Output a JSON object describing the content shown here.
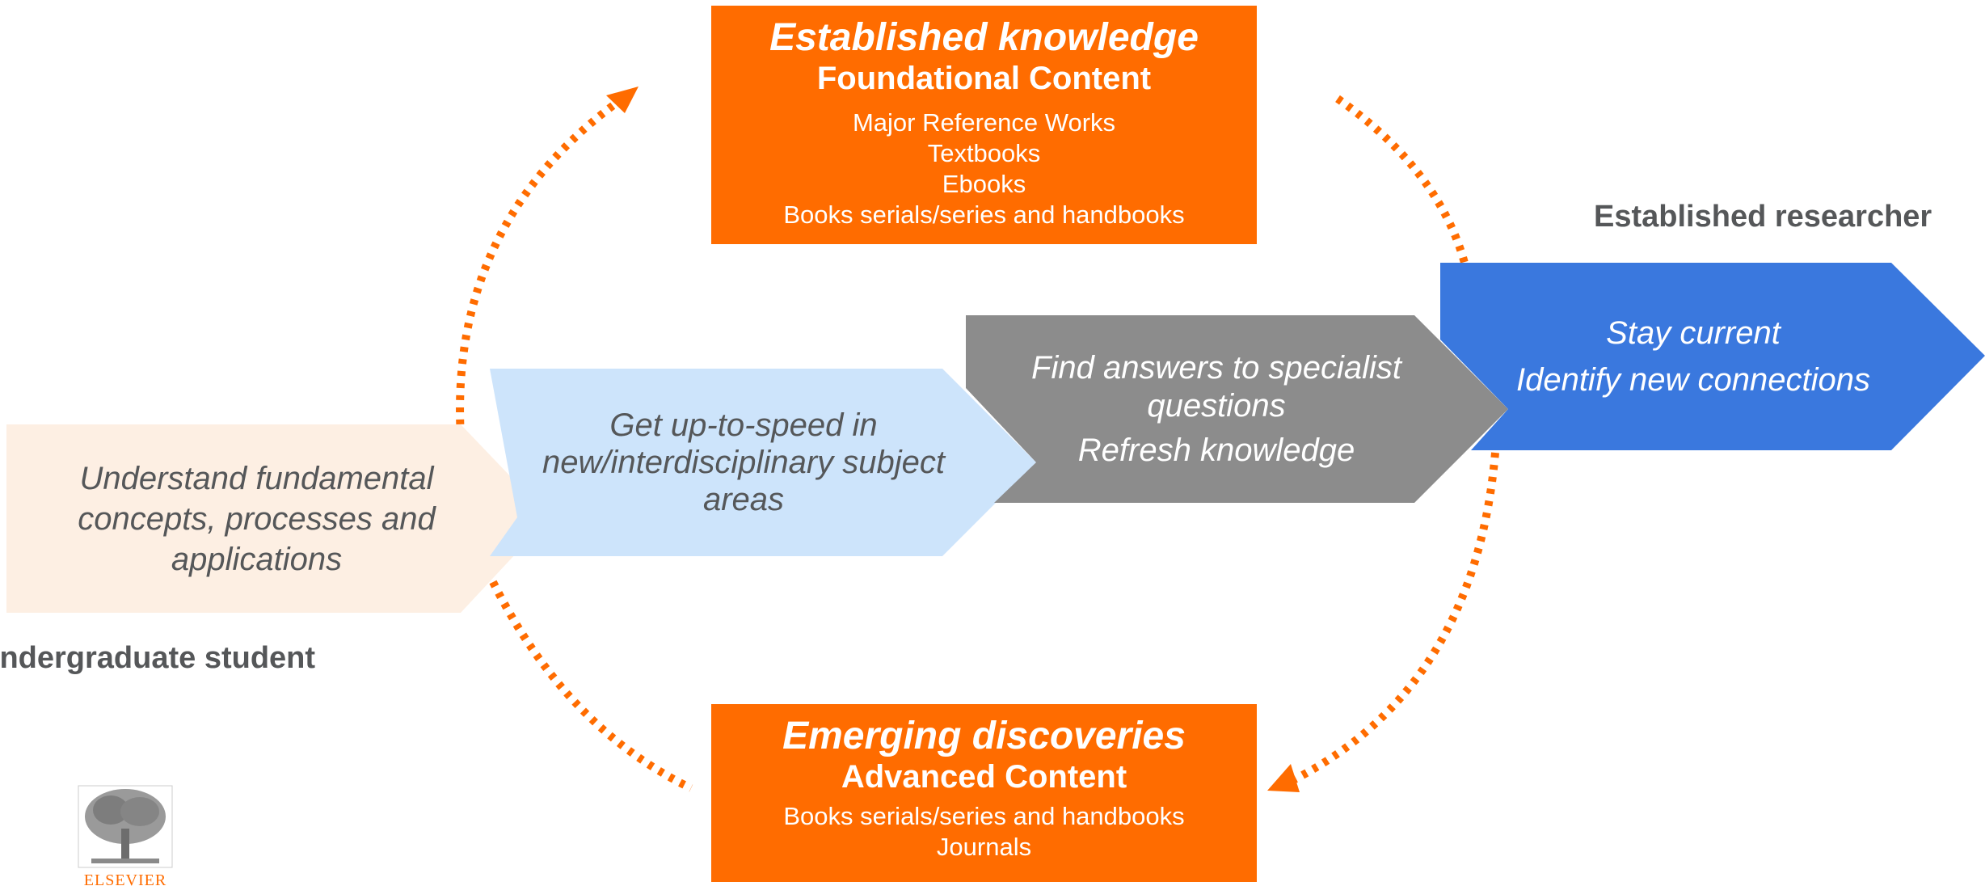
{
  "top_box": {
    "title": "Established knowledge",
    "subtitle": "Foundational Content",
    "items": [
      "Major Reference Works",
      "Textbooks",
      "Ebooks",
      "Books serials/series and handbooks"
    ]
  },
  "bottom_box": {
    "title": "Emerging discoveries",
    "subtitle": "Advanced Content",
    "items": [
      "Books serials/series and handbooks",
      "Journals"
    ]
  },
  "stages": [
    {
      "lines": [
        "Understand fundamental",
        "concepts, processes and",
        "applications"
      ],
      "fill": "#fdefe3",
      "text_color": "#555759"
    },
    {
      "lines": [
        "Get up-to-speed in",
        "new/interdisciplinary subject",
        "areas"
      ],
      "fill": "#cde4fb",
      "text_color": "#555759"
    },
    {
      "lines": [
        "Find answers to specialist",
        "questions",
        "Refresh knowledge"
      ],
      "fill": "#8c8c8c",
      "text_color": "#ffffff"
    },
    {
      "lines": [
        "Stay current",
        "Identify new connections"
      ],
      "fill": "#3a78de",
      "text_color": "#ffffff"
    }
  ],
  "labels": {
    "start": "Undergraduate student",
    "end": "Established researcher"
  },
  "logo": {
    "text": "ELSEVIER",
    "icon": "elsevier-tree-icon"
  },
  "colors": {
    "accent": "#ff6c00",
    "label_gray": "#555759",
    "dotted_arrow": "#ff6c00"
  }
}
